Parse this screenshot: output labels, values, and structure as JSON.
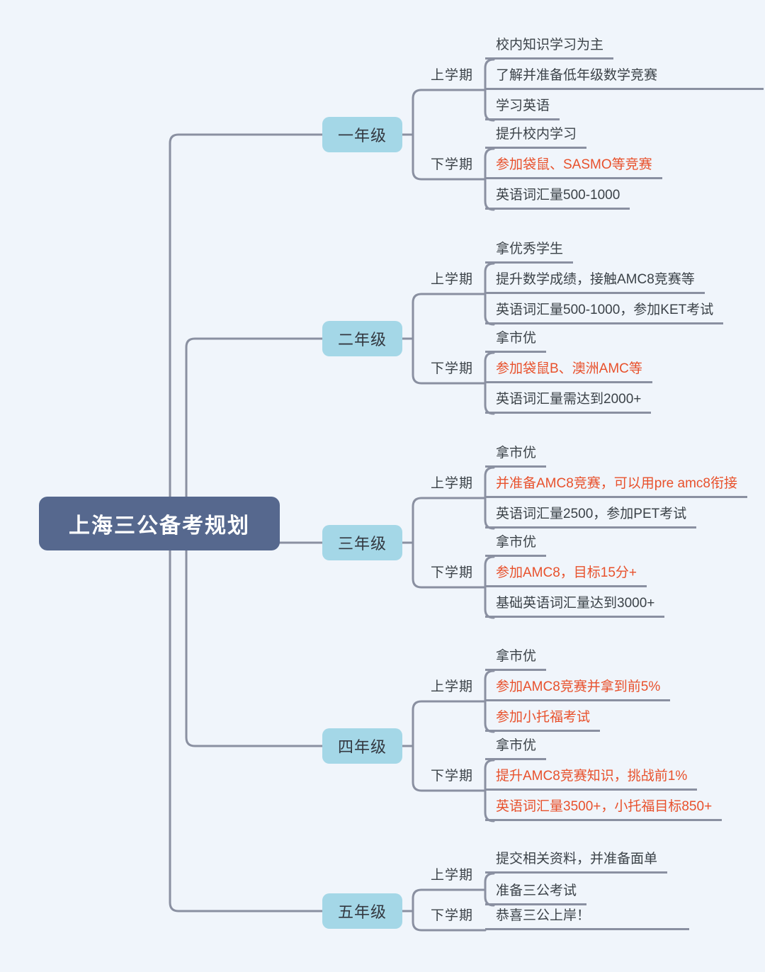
{
  "title": "上海三公备考规划",
  "colors": {
    "background": "#f0f5fb",
    "line": "#8a90a1",
    "root_bg": "#56688e",
    "root_text": "#ffffff",
    "grade_bg": "#a4d7e7",
    "grade_text": "#333840",
    "text": "#3b4248",
    "highlight": "#e8512c"
  },
  "root": {
    "label": "上海三公备考规划"
  },
  "grades": [
    {
      "label": "一年级",
      "semesters": [
        {
          "label": "上学期",
          "items": [
            {
              "text": "校内知识学习为主",
              "highlight": false
            },
            {
              "text": "了解并准备低年级数学竞赛",
              "highlight": false
            },
            {
              "text": "学习英语",
              "highlight": false
            }
          ]
        },
        {
          "label": "下学期",
          "items": [
            {
              "text": "提升校内学习",
              "highlight": false
            },
            {
              "text": "参加袋鼠、SASMO等竞赛",
              "highlight": true
            },
            {
              "text": "英语词汇量500-1000",
              "highlight": false
            }
          ]
        }
      ]
    },
    {
      "label": "二年级",
      "semesters": [
        {
          "label": "上学期",
          "items": [
            {
              "text": "拿优秀学生",
              "highlight": false
            },
            {
              "text": "提升数学成绩，接触AMC8竞赛等",
              "highlight": false
            },
            {
              "text": "英语词汇量500-1000，参加KET考试",
              "highlight": false
            }
          ]
        },
        {
          "label": "下学期",
          "items": [
            {
              "text": "拿市优",
              "highlight": false
            },
            {
              "text": "参加袋鼠B、澳洲AMC等",
              "highlight": true
            },
            {
              "text": "英语词汇量需达到2000+",
              "highlight": false
            }
          ]
        }
      ]
    },
    {
      "label": "三年级",
      "semesters": [
        {
          "label": "上学期",
          "items": [
            {
              "text": "拿市优",
              "highlight": false
            },
            {
              "text": "并准备AMC8竞赛，可以用pre amc8衔接",
              "highlight": true
            },
            {
              "text": "英语词汇量2500，参加PET考试",
              "highlight": false
            }
          ]
        },
        {
          "label": "下学期",
          "items": [
            {
              "text": "拿市优",
              "highlight": false
            },
            {
              "text": "参加AMC8，目标15分+",
              "highlight": true
            },
            {
              "text": "基础英语词汇量达到3000+",
              "highlight": false
            }
          ]
        }
      ]
    },
    {
      "label": "四年级",
      "semesters": [
        {
          "label": "上学期",
          "items": [
            {
              "text": "拿市优",
              "highlight": false
            },
            {
              "text": "参加AMC8竞赛并拿到前5%",
              "highlight": true
            },
            {
              "text": "参加小托福考试",
              "highlight": true
            }
          ]
        },
        {
          "label": "下学期",
          "items": [
            {
              "text": "拿市优",
              "highlight": false
            },
            {
              "text": "提升AMC8竞赛知识，挑战前1%",
              "highlight": true
            },
            {
              "text": "英语词汇量3500+，小托福目标850+",
              "highlight": true
            }
          ]
        }
      ]
    },
    {
      "label": "五年级",
      "semesters": [
        {
          "label": "上学期",
          "items": [
            {
              "text": "提交相关资料，并准备面单",
              "highlight": false
            },
            {
              "text": "准备三公考试",
              "highlight": false
            }
          ]
        },
        {
          "label": "下学期",
          "items": [
            {
              "text": "恭喜三公上岸！",
              "highlight": false
            }
          ]
        }
      ]
    }
  ]
}
